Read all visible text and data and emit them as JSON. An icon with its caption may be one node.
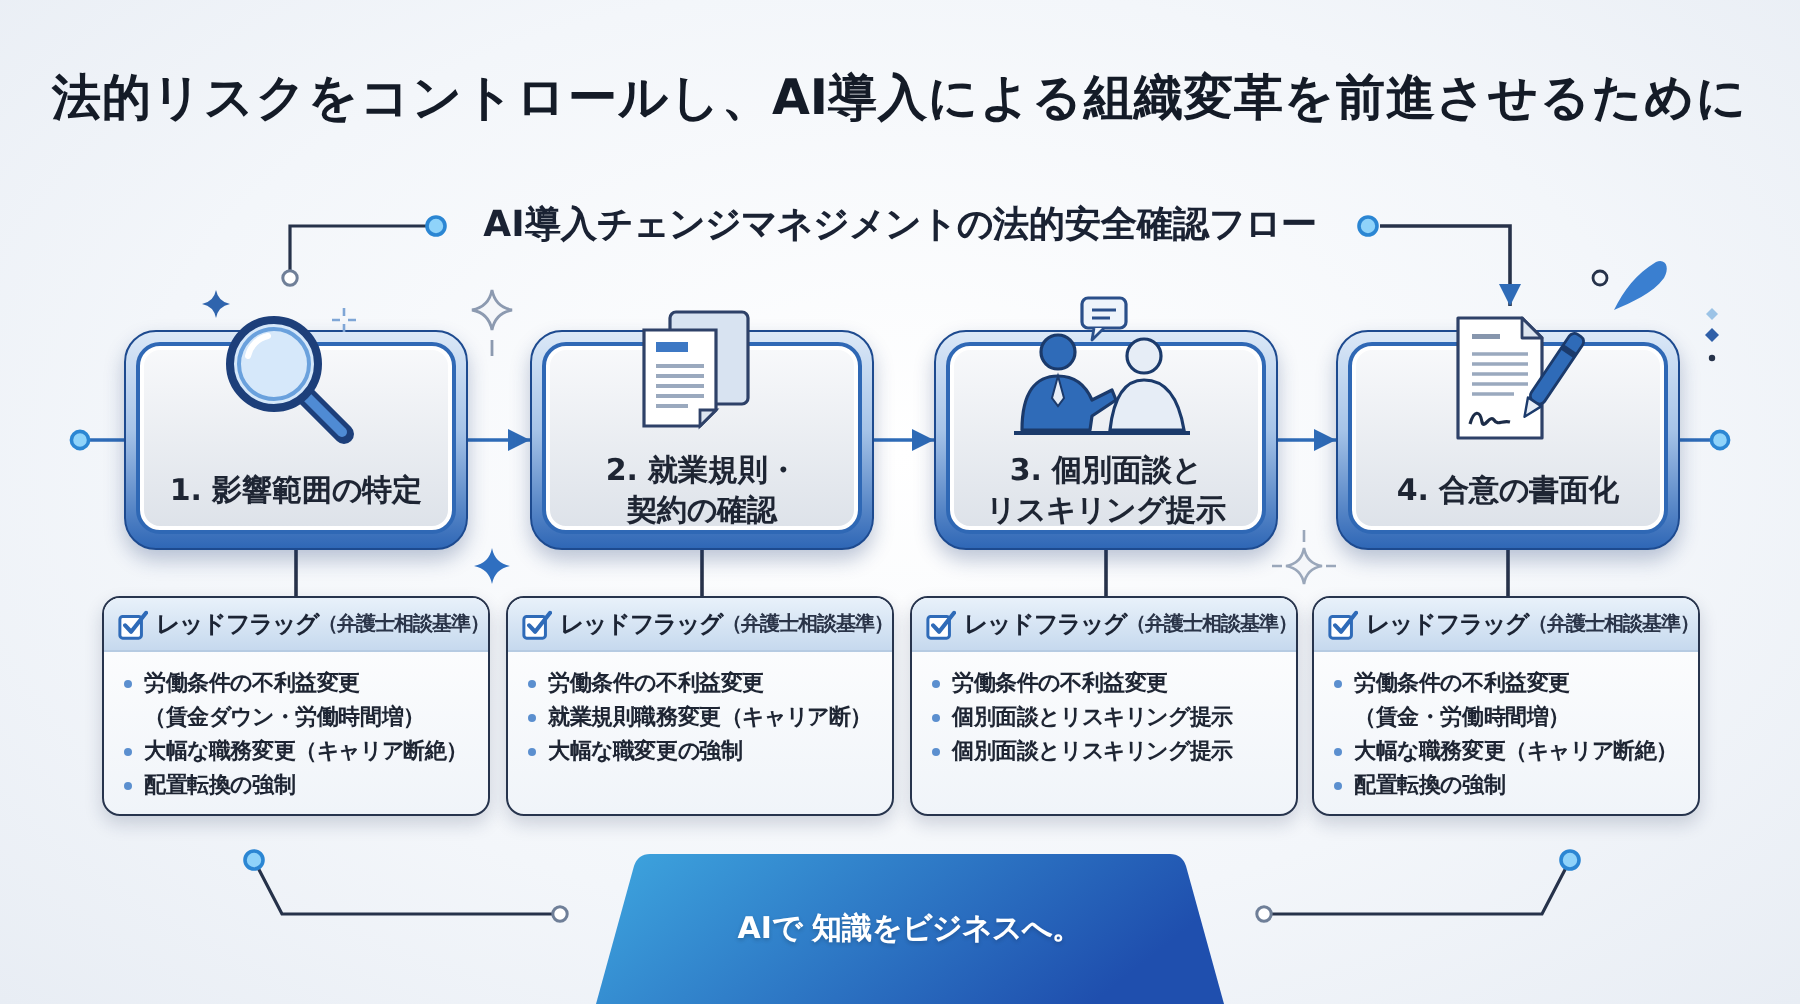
{
  "diagram": {
    "title": "法的リスクをコントロールし、AI導入による組織変革を前進させるために",
    "nodes": [
      {
        "text": [
          "1. 影響範囲の特定"
        ]
      },
      {
        "text": [
          "2. 就業規則・契約の確認"
        ]
      },
      {
        "text": [
          "3. 個別面談とリスキリング提示"
        ]
      },
      {
        "text": [
          "4. 合意の書面化"
        ]
      },
      {
        "text": [
          "レッドフラッグ",
          "（弁護士相談基準）",
          "労働条件の不利益変更（賃金ダウン・労働時間増）",
          "大幅な職務変更（キャリア断絶）",
          "配置転換の強制"
        ]
      },
      {
        "text": [
          "レッドフラッグ",
          "（弁護士相談基準）",
          "労働条件の不利益変更",
          "就業規則職務変更（キャリア断）",
          "大幅な職変更の強制"
        ]
      },
      {
        "text": [
          "レッドフラッグ",
          "（弁護士相談基準）",
          "労働条件の不利益変更",
          "個別面談とリスキリング提示",
          "個別面談とリスキリング提示"
        ]
      },
      {
        "text": [
          "レッドフラッグ",
          "（弁護士相談基準）",
          "労働条件の不利益変更（賃金・労働時間増）",
          "大幅な職務変更（キャリア断絶）",
          "配置転換の強制"
        ]
      },
      {
        "text": [
          "AIで 知識をビジネスへ。"
        ]
      }
    ],
    "edges": [
      {
        "from": 0,
        "to": 1,
        "arrow": "to"
      },
      {
        "from": 1,
        "to": 2,
        "arrow": "to"
      },
      {
        "from": 2,
        "to": 3,
        "arrow": "to"
      },
      {
        "from": 0,
        "to": 4,
        "arrow": "none",
        "color": "#27324a"
      },
      {
        "from": 1,
        "to": 5,
        "arrow": "none",
        "color": "#27324a"
      },
      {
        "from": 2,
        "to": 6,
        "arrow": "none",
        "color": "#27324a"
      },
      {
        "from": 3,
        "to": 7,
        "arrow": "none",
        "color": "#27324a"
      },
      {
        "from": null,
        "to": 0,
        "arrow": "other"
      },
      {
        "from": 3,
        "to": null,
        "arrow": "other"
      },
      {
        "from": null,
        "to": 3,
        "arrow": "to",
        "color": "#27324a"
      }
    ],
    "labels": [
      "AI導入チェンジマネジメントの法的安全確認フロー"
    ]
  }
}
